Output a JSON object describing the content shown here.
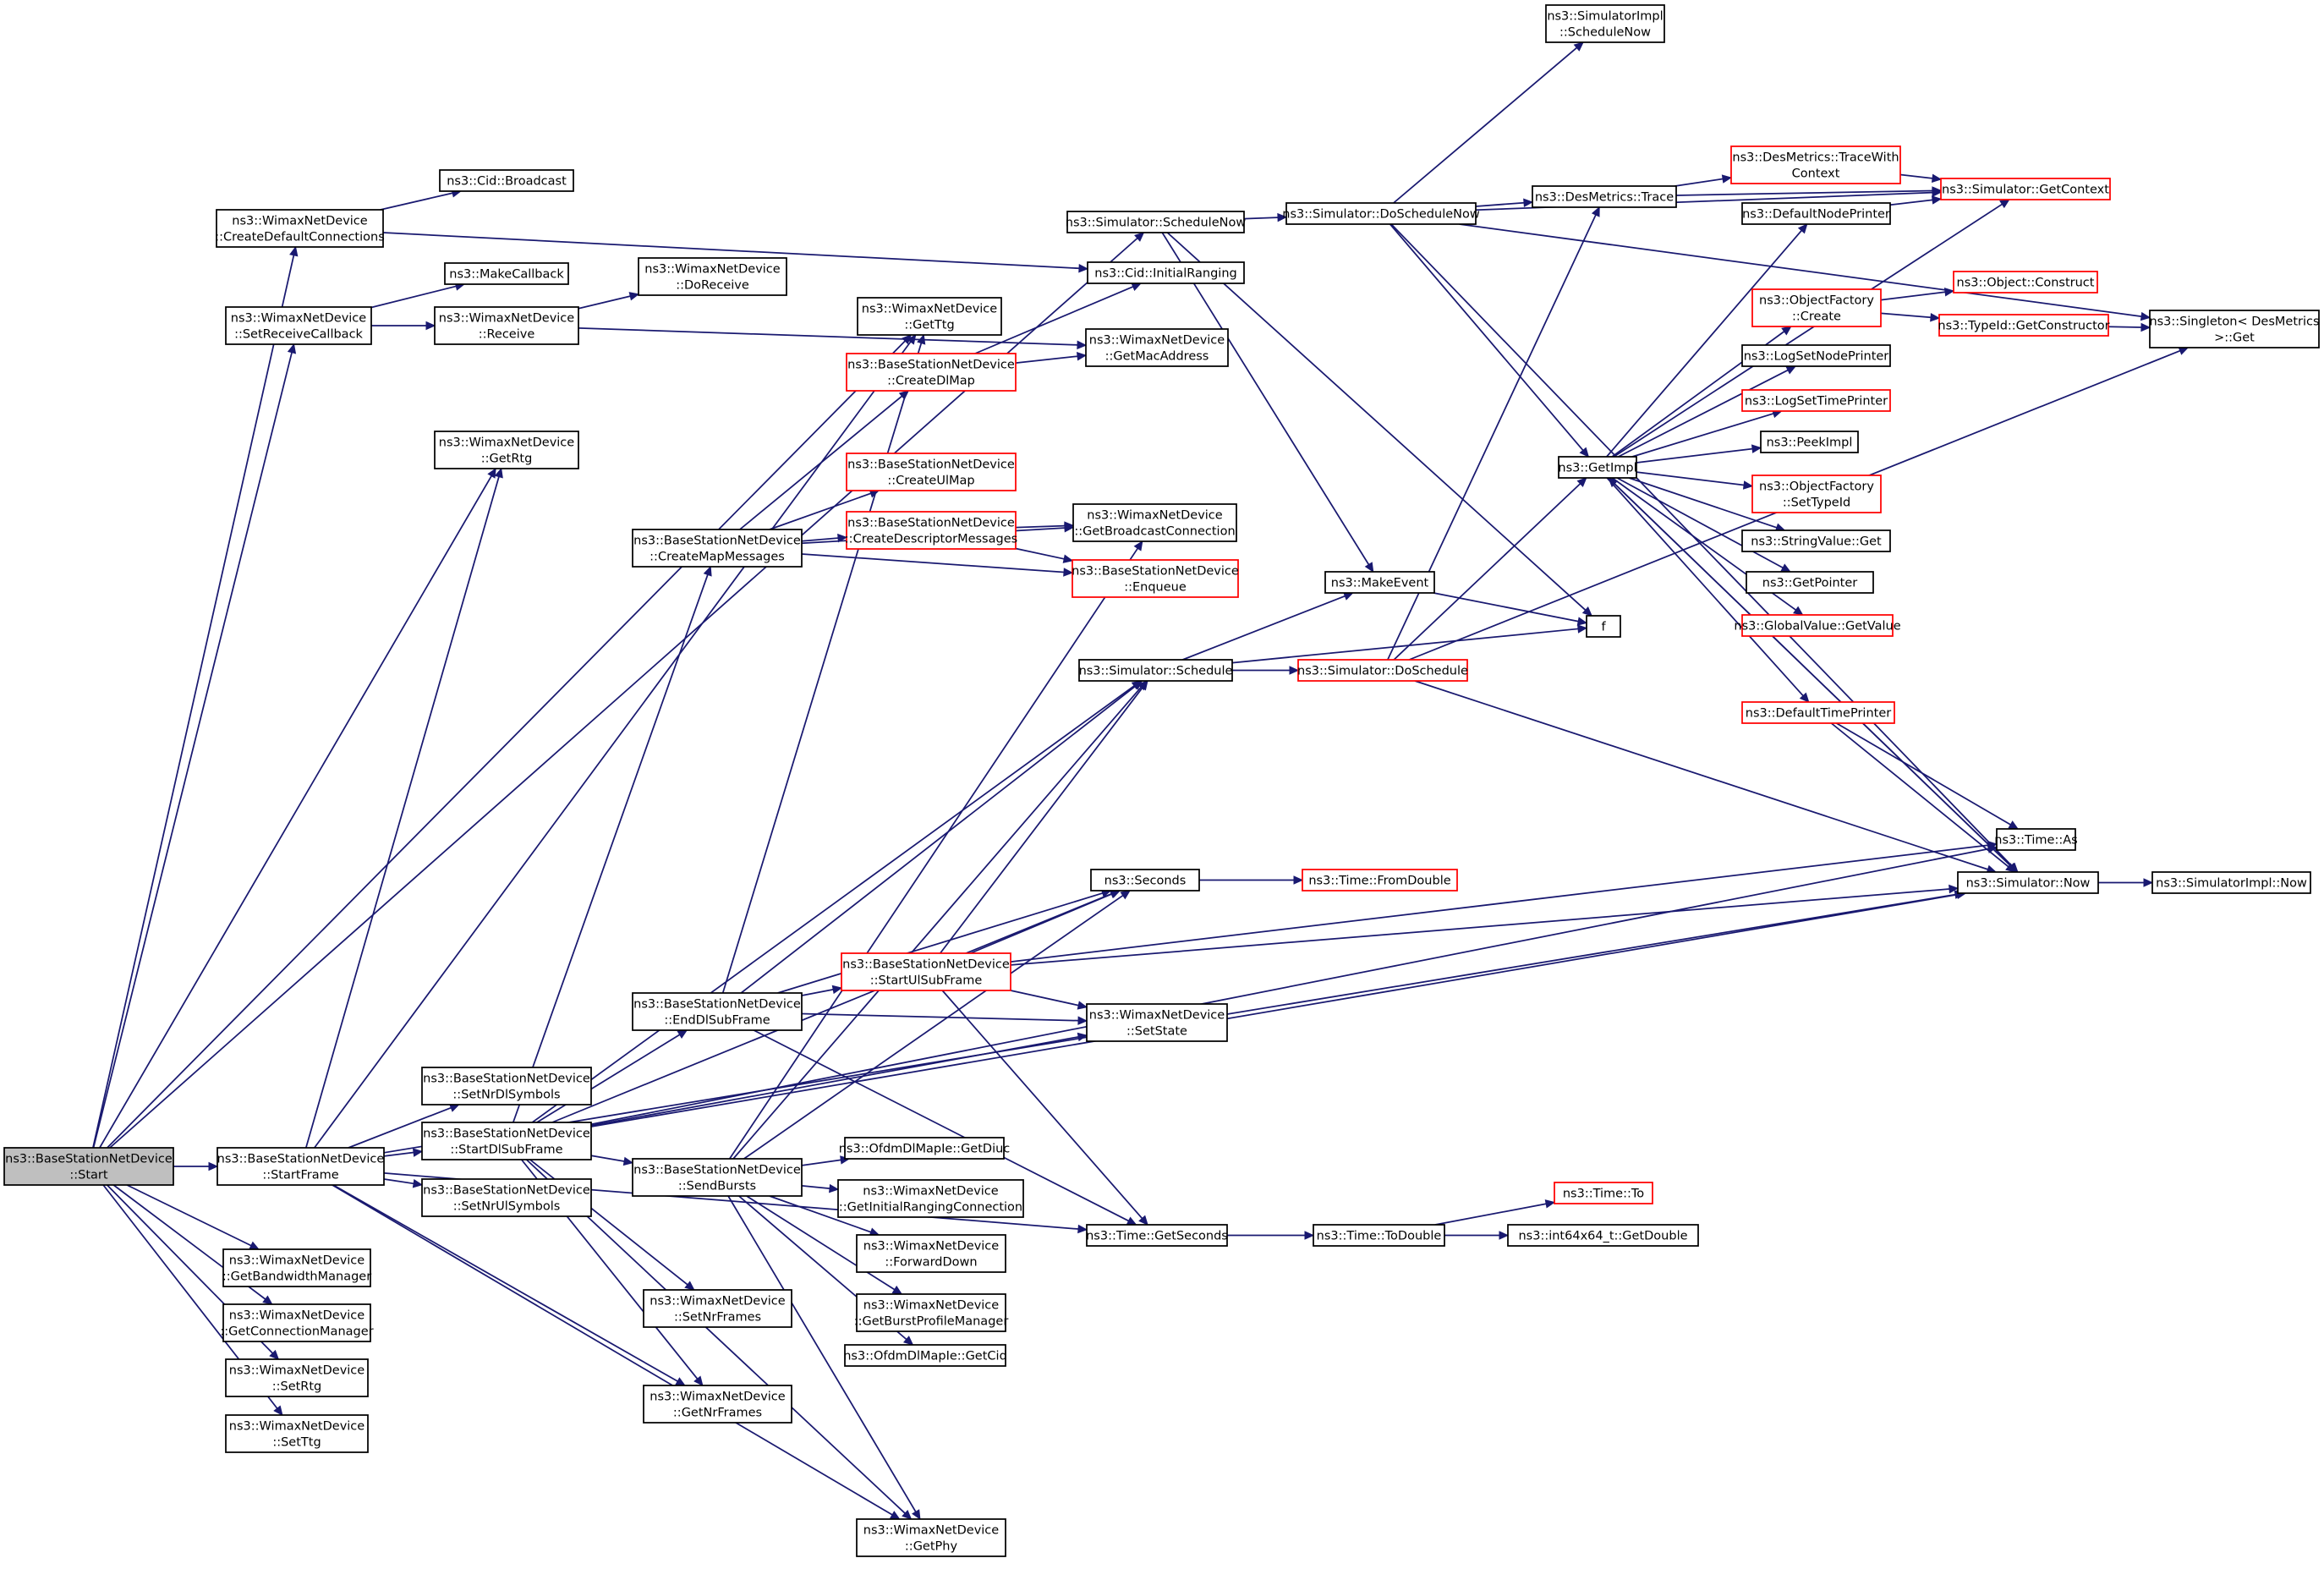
{
  "nodes": [
    {
      "id": "root",
      "lines": [
        "ns3::BaseStationNetDevice",
        "::Start"
      ],
      "color": "root"
    },
    {
      "id": "createDefaultConn",
      "lines": [
        "ns3::WimaxNetDevice",
        "::CreateDefaultConnections"
      ]
    },
    {
      "id": "cidBroadcast",
      "lines": [
        "ns3::Cid::Broadcast"
      ]
    },
    {
      "id": "setReceiveCallback",
      "lines": [
        "ns3::WimaxNetDevice",
        "::SetReceiveCallback"
      ]
    },
    {
      "id": "makeCallback",
      "lines": [
        "ns3::MakeCallback"
      ]
    },
    {
      "id": "receive",
      "lines": [
        "ns3::WimaxNetDevice",
        "::Receive"
      ]
    },
    {
      "id": "doReceive",
      "lines": [
        "ns3::WimaxNetDevice",
        "::DoReceive"
      ]
    },
    {
      "id": "getRtg",
      "lines": [
        "ns3::WimaxNetDevice",
        "::GetRtg"
      ]
    },
    {
      "id": "getTtg",
      "lines": [
        "ns3::WimaxNetDevice",
        "::GetTtg"
      ]
    },
    {
      "id": "cidInitialRanging",
      "lines": [
        "ns3::Cid::InitialRanging"
      ]
    },
    {
      "id": "getMacAddress",
      "lines": [
        "ns3::WimaxNetDevice",
        "::GetMacAddress"
      ]
    },
    {
      "id": "createDlMap",
      "lines": [
        "ns3::BaseStationNetDevice",
        "::CreateDlMap"
      ],
      "color": "red"
    },
    {
      "id": "createUlMap",
      "lines": [
        "ns3::BaseStationNetDevice",
        "::CreateUlMap"
      ],
      "color": "red"
    },
    {
      "id": "createDescMsgs",
      "lines": [
        "ns3::BaseStationNetDevice",
        "::CreateDescriptorMessages"
      ],
      "color": "red"
    },
    {
      "id": "getBroadcastConn",
      "lines": [
        "ns3::WimaxNetDevice",
        "::GetBroadcastConnection"
      ]
    },
    {
      "id": "enqueue",
      "lines": [
        "ns3::BaseStationNetDevice",
        "::Enqueue"
      ],
      "color": "red"
    },
    {
      "id": "createMapMessages",
      "lines": [
        "ns3::BaseStationNetDevice",
        "::CreateMapMessages"
      ]
    },
    {
      "id": "scheduleNow",
      "lines": [
        "ns3::Simulator::ScheduleNow"
      ]
    },
    {
      "id": "doScheduleNow",
      "lines": [
        "ns3::Simulator::DoScheduleNow"
      ]
    },
    {
      "id": "simImplScheduleNow",
      "lines": [
        "ns3::SimulatorImpl",
        "::ScheduleNow"
      ]
    },
    {
      "id": "desMetricsTrace",
      "lines": [
        "ns3::DesMetrics::Trace"
      ]
    },
    {
      "id": "traceWithContext",
      "lines": [
        "ns3::DesMetrics::TraceWith",
        "Context"
      ],
      "color": "red"
    },
    {
      "id": "getContext",
      "lines": [
        "ns3::Simulator::GetContext"
      ],
      "color": "red"
    },
    {
      "id": "defaultNodePrinter",
      "lines": [
        "ns3::DefaultNodePrinter"
      ]
    },
    {
      "id": "objFactoryCreate",
      "lines": [
        "ns3::ObjectFactory",
        "::Create"
      ],
      "color": "red"
    },
    {
      "id": "objectConstruct",
      "lines": [
        "ns3::Object::Construct"
      ],
      "color": "red"
    },
    {
      "id": "typeIdGetConstructor",
      "lines": [
        "ns3::TypeId::GetConstructor"
      ],
      "color": "red"
    },
    {
      "id": "singletonGet",
      "lines": [
        "ns3::Singleton< DesMetrics",
        "&gt;::Get"
      ]
    },
    {
      "id": "logSetNodePrinter",
      "lines": [
        "ns3::LogSetNodePrinter"
      ]
    },
    {
      "id": "logSetTimePrinter",
      "lines": [
        "ns3::LogSetTimePrinter"
      ],
      "color": "red"
    },
    {
      "id": "getImpl",
      "lines": [
        "ns3::GetImpl"
      ]
    },
    {
      "id": "peekImpl",
      "lines": [
        "ns3::PeekImpl"
      ]
    },
    {
      "id": "objFactorySetTypeId",
      "lines": [
        "ns3::ObjectFactory",
        "::SetTypeId"
      ],
      "color": "red"
    },
    {
      "id": "stringValueGet",
      "lines": [
        "ns3::StringValue::Get"
      ]
    },
    {
      "id": "getPointer",
      "lines": [
        "ns3::GetPointer"
      ]
    },
    {
      "id": "globalValueGetValue",
      "lines": [
        "ns3::GlobalValue::GetValue"
      ],
      "color": "red"
    },
    {
      "id": "makeEvent",
      "lines": [
        "ns3::MakeEvent"
      ]
    },
    {
      "id": "f",
      "lines": [
        "f"
      ]
    },
    {
      "id": "schedule",
      "lines": [
        "ns3::Simulator::Schedule"
      ]
    },
    {
      "id": "doSchedule",
      "lines": [
        "ns3::Simulator::DoSchedule"
      ],
      "color": "red"
    },
    {
      "id": "defaultTimePrinter",
      "lines": [
        "ns3::DefaultTimePrinter"
      ],
      "color": "red"
    },
    {
      "id": "timeAs",
      "lines": [
        "ns3::Time::As"
      ]
    },
    {
      "id": "seconds",
      "lines": [
        "ns3::Seconds"
      ]
    },
    {
      "id": "timeFromDouble",
      "lines": [
        "ns3::Time::FromDouble"
      ],
      "color": "red"
    },
    {
      "id": "simulatorNow",
      "lines": [
        "ns3::Simulator::Now"
      ]
    },
    {
      "id": "simImplNow",
      "lines": [
        "ns3::SimulatorImpl::Now"
      ]
    },
    {
      "id": "endDlSubFrame",
      "lines": [
        "ns3::BaseStationNetDevice",
        "::EndDlSubFrame"
      ]
    },
    {
      "id": "startUlSubFrame",
      "lines": [
        "ns3::BaseStationNetDevice",
        "::StartUlSubFrame"
      ],
      "color": "red"
    },
    {
      "id": "setState",
      "lines": [
        "ns3::WimaxNetDevice",
        "::SetState"
      ]
    },
    {
      "id": "setNrDlSymbols",
      "lines": [
        "ns3::BaseStationNetDevice",
        "::SetNrDlSymbols"
      ]
    },
    {
      "id": "startFrame",
      "lines": [
        "ns3::BaseStationNetDevice",
        "::StartFrame"
      ]
    },
    {
      "id": "startDlSubFrame",
      "lines": [
        "ns3::BaseStationNetDevice",
        "::StartDlSubFrame"
      ]
    },
    {
      "id": "sendBursts",
      "lines": [
        "ns3::BaseStationNetDevice",
        "::SendBursts"
      ]
    },
    {
      "id": "getDiuc",
      "lines": [
        "ns3::OfdmDlMapIe::GetDiuc"
      ]
    },
    {
      "id": "getInitRangingConn",
      "lines": [
        "ns3::WimaxNetDevice",
        "::GetInitialRangingConnection"
      ]
    },
    {
      "id": "setNrUlSymbols",
      "lines": [
        "ns3::BaseStationNetDevice",
        "::SetNrUlSymbols"
      ]
    },
    {
      "id": "forwardDown",
      "lines": [
        "ns3::WimaxNetDevice",
        "::ForwardDown"
      ]
    },
    {
      "id": "getSeconds",
      "lines": [
        "ns3::Time::GetSeconds"
      ]
    },
    {
      "id": "timeToDouble",
      "lines": [
        "ns3::Time::ToDouble"
      ]
    },
    {
      "id": "timeTo",
      "lines": [
        "ns3::Time::To"
      ],
      "color": "red"
    },
    {
      "id": "int64GetDouble",
      "lines": [
        "ns3::int64x64_t::GetDouble"
      ]
    },
    {
      "id": "getBandwidthMgr",
      "lines": [
        "ns3::WimaxNetDevice",
        "::GetBandwidthManager"
      ]
    },
    {
      "id": "getConnMgr",
      "lines": [
        "ns3::WimaxNetDevice",
        "::GetConnectionManager"
      ]
    },
    {
      "id": "setRtg",
      "lines": [
        "ns3::WimaxNetDevice",
        "::SetRtg"
      ]
    },
    {
      "id": "setTtg",
      "lines": [
        "ns3::WimaxNetDevice",
        "::SetTtg"
      ]
    },
    {
      "id": "setNrFrames",
      "lines": [
        "ns3::WimaxNetDevice",
        "::SetNrFrames"
      ]
    },
    {
      "id": "getBurstProfileMgr",
      "lines": [
        "ns3::WimaxNetDevice",
        "::GetBurstProfileManager"
      ]
    },
    {
      "id": "getCid",
      "lines": [
        "ns3::OfdmDlMapIe::GetCid"
      ]
    },
    {
      "id": "getNrFrames",
      "lines": [
        "ns3::WimaxNetDevice",
        "::GetNrFrames"
      ]
    },
    {
      "id": "getPhy",
      "lines": [
        "ns3::WimaxNetDevice",
        "::GetPhy"
      ]
    }
  ],
  "edges": [
    [
      "root",
      "createDefaultConn"
    ],
    [
      "root",
      "setReceiveCallback"
    ],
    [
      "root",
      "getRtg"
    ],
    [
      "root",
      "getTtg"
    ],
    [
      "root",
      "scheduleNow"
    ],
    [
      "root",
      "startFrame"
    ],
    [
      "root",
      "getBandwidthMgr"
    ],
    [
      "root",
      "getConnMgr"
    ],
    [
      "root",
      "setRtg"
    ],
    [
      "root",
      "setTtg"
    ],
    [
      "createDefaultConn",
      "cidBroadcast"
    ],
    [
      "createDefaultConn",
      "cidInitialRanging"
    ],
    [
      "setReceiveCallback",
      "makeCallback"
    ],
    [
      "setReceiveCallback",
      "receive"
    ],
    [
      "receive",
      "doReceive"
    ],
    [
      "receive",
      "getMacAddress"
    ],
    [
      "createDlMap",
      "cidInitialRanging"
    ],
    [
      "createDlMap",
      "getMacAddress"
    ],
    [
      "createMapMessages",
      "createDlMap"
    ],
    [
      "createMapMessages",
      "createUlMap"
    ],
    [
      "createMapMessages",
      "createDescMsgs"
    ],
    [
      "createMapMessages",
      "getBroadcastConn"
    ],
    [
      "createMapMessages",
      "enqueue"
    ],
    [
      "createDescMsgs",
      "getBroadcastConn"
    ],
    [
      "createDescMsgs",
      "enqueue"
    ],
    [
      "scheduleNow",
      "doScheduleNow"
    ],
    [
      "scheduleNow",
      "makeEvent"
    ],
    [
      "scheduleNow",
      "f"
    ],
    [
      "doScheduleNow",
      "simImplScheduleNow"
    ],
    [
      "doScheduleNow",
      "desMetricsTrace"
    ],
    [
      "doScheduleNow",
      "getContext"
    ],
    [
      "doScheduleNow",
      "getImpl"
    ],
    [
      "doScheduleNow",
      "singletonGet"
    ],
    [
      "doScheduleNow",
      "simulatorNow"
    ],
    [
      "desMetricsTrace",
      "traceWithContext"
    ],
    [
      "desMetricsTrace",
      "getContext"
    ],
    [
      "traceWithContext",
      "getContext"
    ],
    [
      "defaultNodePrinter",
      "getContext"
    ],
    [
      "objFactoryCreate",
      "objectConstruct"
    ],
    [
      "objFactoryCreate",
      "typeIdGetConstructor"
    ],
    [
      "typeIdGetConstructor",
      "singletonGet"
    ],
    [
      "getImpl",
      "getContext"
    ],
    [
      "getImpl",
      "defaultNodePrinter"
    ],
    [
      "getImpl",
      "objFactoryCreate"
    ],
    [
      "getImpl",
      "logSetNodePrinter"
    ],
    [
      "getImpl",
      "logSetTimePrinter"
    ],
    [
      "getImpl",
      "peekImpl"
    ],
    [
      "getImpl",
      "objFactorySetTypeId"
    ],
    [
      "getImpl",
      "stringValueGet"
    ],
    [
      "getImpl",
      "getPointer"
    ],
    [
      "getImpl",
      "globalValueGetValue"
    ],
    [
      "getImpl",
      "defaultTimePrinter"
    ],
    [
      "getImpl",
      "simulatorNow"
    ],
    [
      "makeEvent",
      "f"
    ],
    [
      "schedule",
      "makeEvent"
    ],
    [
      "schedule",
      "f"
    ],
    [
      "schedule",
      "doSchedule"
    ],
    [
      "doSchedule",
      "desMetricsTrace"
    ],
    [
      "doSchedule",
      "getImpl"
    ],
    [
      "doSchedule",
      "singletonGet"
    ],
    [
      "doSchedule",
      "simulatorNow"
    ],
    [
      "defaultTimePrinter",
      "timeAs"
    ],
    [
      "defaultTimePrinter",
      "simulatorNow"
    ],
    [
      "seconds",
      "timeFromDouble"
    ],
    [
      "simulatorNow",
      "simImplNow"
    ],
    [
      "simulatorNow",
      "getImpl"
    ],
    [
      "endDlSubFrame",
      "schedule"
    ],
    [
      "endDlSubFrame",
      "seconds"
    ],
    [
      "endDlSubFrame",
      "startUlSubFrame"
    ],
    [
      "endDlSubFrame",
      "setState"
    ],
    [
      "endDlSubFrame",
      "getSeconds"
    ],
    [
      "endDlSubFrame",
      "getTtg"
    ],
    [
      "startUlSubFrame",
      "schedule"
    ],
    [
      "startUlSubFrame",
      "seconds"
    ],
    [
      "startUlSubFrame",
      "setState"
    ],
    [
      "startUlSubFrame",
      "getSeconds"
    ],
    [
      "startUlSubFrame",
      "timeAs"
    ],
    [
      "startUlSubFrame",
      "simulatorNow"
    ],
    [
      "startFrame",
      "setNrDlSymbols"
    ],
    [
      "startFrame",
      "startDlSubFrame"
    ],
    [
      "startFrame",
      "setNrUlSymbols"
    ],
    [
      "startFrame",
      "getRtg"
    ],
    [
      "startFrame",
      "getTtg"
    ],
    [
      "startFrame",
      "getNrFrames"
    ],
    [
      "startFrame",
      "getPhy"
    ],
    [
      "startFrame",
      "getSeconds"
    ],
    [
      "startFrame",
      "simulatorNow"
    ],
    [
      "startDlSubFrame",
      "createMapMessages"
    ],
    [
      "startDlSubFrame",
      "endDlSubFrame"
    ],
    [
      "startDlSubFrame",
      "sendBursts"
    ],
    [
      "startDlSubFrame",
      "schedule"
    ],
    [
      "startDlSubFrame",
      "seconds"
    ],
    [
      "startDlSubFrame",
      "setState"
    ],
    [
      "startDlSubFrame",
      "timeAs"
    ],
    [
      "startDlSubFrame",
      "setNrFrames"
    ],
    [
      "startDlSubFrame",
      "getNrFrames"
    ],
    [
      "startDlSubFrame",
      "getPhy"
    ],
    [
      "startDlSubFrame",
      "simulatorNow"
    ],
    [
      "sendBursts",
      "getDiuc"
    ],
    [
      "sendBursts",
      "getInitRangingConn"
    ],
    [
      "sendBursts",
      "forwardDown"
    ],
    [
      "sendBursts",
      "getBurstProfileMgr"
    ],
    [
      "sendBursts",
      "getCid"
    ],
    [
      "sendBursts",
      "getBroadcastConn"
    ],
    [
      "sendBursts",
      "schedule"
    ],
    [
      "sendBursts",
      "seconds"
    ],
    [
      "sendBursts",
      "getPhy"
    ],
    [
      "getSeconds",
      "timeToDouble"
    ],
    [
      "timeToDouble",
      "timeTo"
    ],
    [
      "timeToDouble",
      "int64GetDouble"
    ]
  ]
}
